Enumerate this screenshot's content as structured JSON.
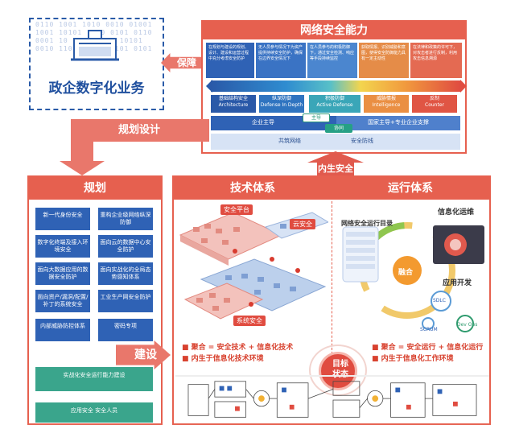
{
  "gov_business": {
    "title": "政企数字化业务",
    "binary": "0110 1001 1010 0010 01001 1001 10101 1010 0101 0110 0001 10 0101 1100 10101 0010 1101 1010 00101 0101"
  },
  "arrows": {
    "baozhang": "保障",
    "plan_design": "规划设计",
    "internal_security": "内生安全",
    "build": "建设"
  },
  "capability": {
    "title": "网络安全能力",
    "cards": [
      "在规划与建设的规划、设计、建设和运营过程中充分考虑安全防护",
      "无人员参与情况下为资产提供持续安全防护，确保在边界安全情况下",
      "在人员参与的积极防御下，通过安全检测、响应等手段持续监控",
      "获取情报、识别威胁和意图，使得安全防御能力具有一定主动性",
      "在法律和政策的许可下，对攻击者进行反制，利用攻击信息溯源"
    ],
    "labels": [
      {
        "cn": "基础结构安全",
        "en": "Architecture"
      },
      {
        "cn": "纵深防御",
        "en": "Defense In Depth"
      },
      {
        "cn": "积极防御",
        "en": "Active Defense"
      },
      {
        "cn": "威胁情报",
        "en": "Intelligence"
      },
      {
        "cn": "反制",
        "en": "Counter"
      }
    ],
    "enterprise_dominant": "企业主导",
    "national_dominant": "国家主导+专业企业支撑",
    "pill_lead": "主导",
    "pill_collab": "协同",
    "co_built": "共筑网络",
    "security_defense": "安全防线"
  },
  "planning": {
    "title": "规划",
    "items": [
      "新一代身份安全",
      "重构企业级网络纵深防御",
      "数字化终端及接入环境安全",
      "面向云的数据中心安全防护",
      "面向大数据应用的数据安全防护",
      "面向实战化的全局态势感知体系",
      "面向资产/漏洞/配置/补丁的系统安全",
      "工业生产网安全防护",
      "内部威胁防控体系",
      "密码专项"
    ],
    "teal_items": [
      "实战化安全运行能力建设",
      "应用安全    安全人员"
    ]
  },
  "tech": {
    "title": "技术体系",
    "labels": {
      "platform": "安全平台",
      "cloud": "云安全",
      "system": "系统安全"
    },
    "formula_1": "■ 聚合 = 安全技术 + 信息化技术",
    "formula_2": "■ 内生于信息化技术环境"
  },
  "ops": {
    "title": "运行体系",
    "catalog": "网络安全运行目录",
    "it_ops": "信息化运维",
    "app_dev": "应用开发",
    "fusion": "融合",
    "sdlc": "SDLC",
    "scrum": "SCRUM",
    "devops": "Dev Ops",
    "formula_1": "■ 聚合 = 安全运行 + 信息化运行",
    "formula_2": "■ 内生于信息化工作环境"
  },
  "target": {
    "line1": "目标",
    "line2": "状态"
  }
}
